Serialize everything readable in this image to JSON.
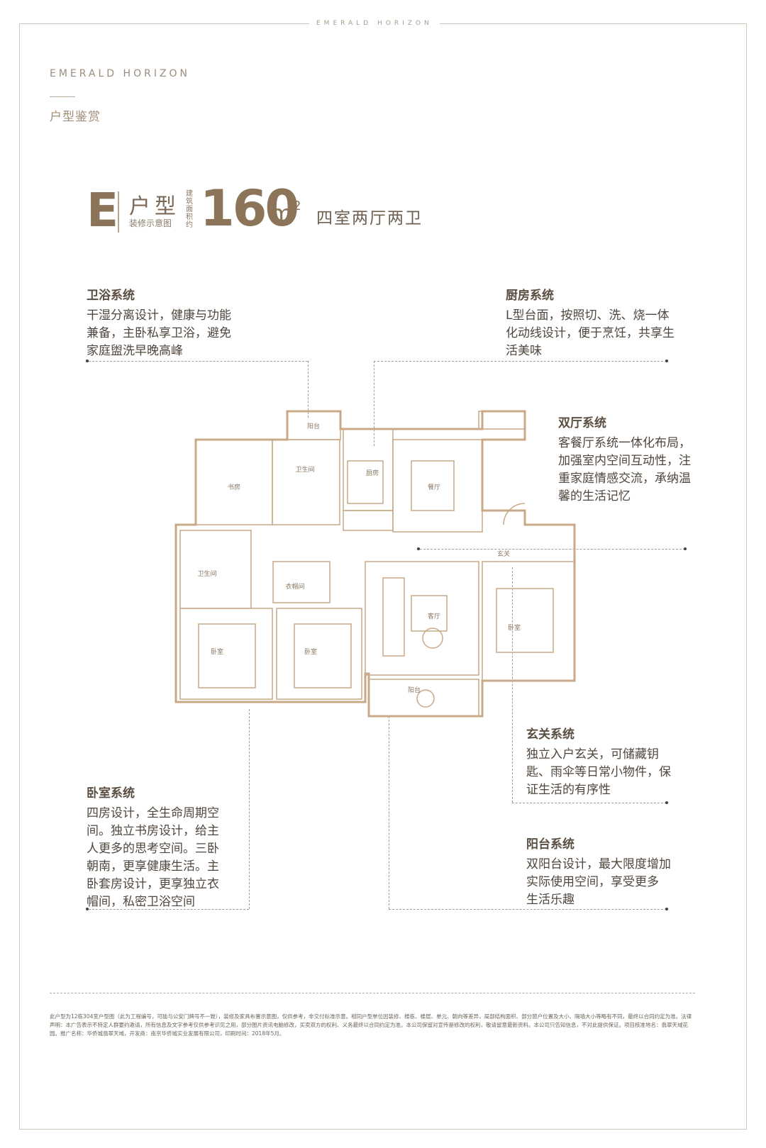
{
  "header": {
    "top_brand": "EMERALD HORIZON",
    "brand": "EMERALD HORIZON",
    "subtitle": "户型鉴赏"
  },
  "unit": {
    "letter": "E",
    "type_label": "户型",
    "caption": "装修示意图",
    "area_caption": "建筑面积约",
    "area_value": "160",
    "area_unit": "m",
    "area_unit_sup": "2",
    "layout": "四室两厅两卫"
  },
  "features": {
    "bathroom": {
      "title": "卫浴系统",
      "lines": [
        "干湿分离设计，健康与功能",
        "兼备，主卧私享卫浴，避免",
        "家庭盥洗早晚高峰"
      ]
    },
    "kitchen": {
      "title": "厨房系统",
      "lines": [
        "L型台面，按照切、洗、烧一体",
        "化动线设计，便于烹饪，共享生",
        "活美味"
      ]
    },
    "living": {
      "title": "双厅系统",
      "lines": [
        "客餐厅系统一体化布局，",
        "加强室内空间互动性，注",
        "重家庭情感交流，承纳温",
        "馨的生活记忆"
      ]
    },
    "entry": {
      "title": "玄关系统",
      "lines": [
        "独立入户玄关，可储藏钥",
        "匙、雨伞等日常小物件，保",
        "证生活的有序性"
      ]
    },
    "bedroom": {
      "title": "卧室系统",
      "lines": [
        "四房设计，全生命周期空",
        "间。独立书房设计，给主",
        "人更多的思考空间。三卧",
        "朝南，更享健康生活。主",
        "卧套房设计，更享独立衣",
        "帽间，私密卫浴空间"
      ]
    },
    "balcony": {
      "title": "阳台系统",
      "lines": [
        "双阳台设计，最大限度增加",
        "实际使用空间，享受更多",
        "生活乐趣"
      ]
    }
  },
  "floorplan": {
    "rooms": {
      "balcony_north": "阳台",
      "bath_north": "卫生间",
      "study": "书房",
      "kitchen": "厨房",
      "dining": "餐厅",
      "bath_master": "卫生间",
      "closet": "衣帽间",
      "entry": "玄关",
      "bedroom_master": "卧室",
      "bedroom_2": "卧室",
      "living": "客厅",
      "bedroom_3": "卧室",
      "balcony_south": "阳台"
    }
  },
  "disclaimer": "此户型为12栋304室户型图（此为工程编号，可能与公安门牌号不一致），装修及家具布置示意图，仅供参考，非交付标准示意。相同户型单位因装修、楼栋、楼层、单元、朝向等差异，局部结构面积、部分窗户位置及大小、隔墙大小等略有不同，最终以合同约定为准。法律声明：本广告表示不特定人群要约邀请，所有信息及文字参考仅供参考识见之用，部分图片资讯电脑修改，买卖双方的权利、义务最终以合同约定为准。本公司保留对宣传册修改的权利，敬请留意最新资料。本公司只告知信息，不对此提供保证。项目核准地名：翡翠天域花园。推广名称：华侨城翡翠天域，开发商：南京华侨城实业发展有限公司，印刷时间：2018年5月。"
}
